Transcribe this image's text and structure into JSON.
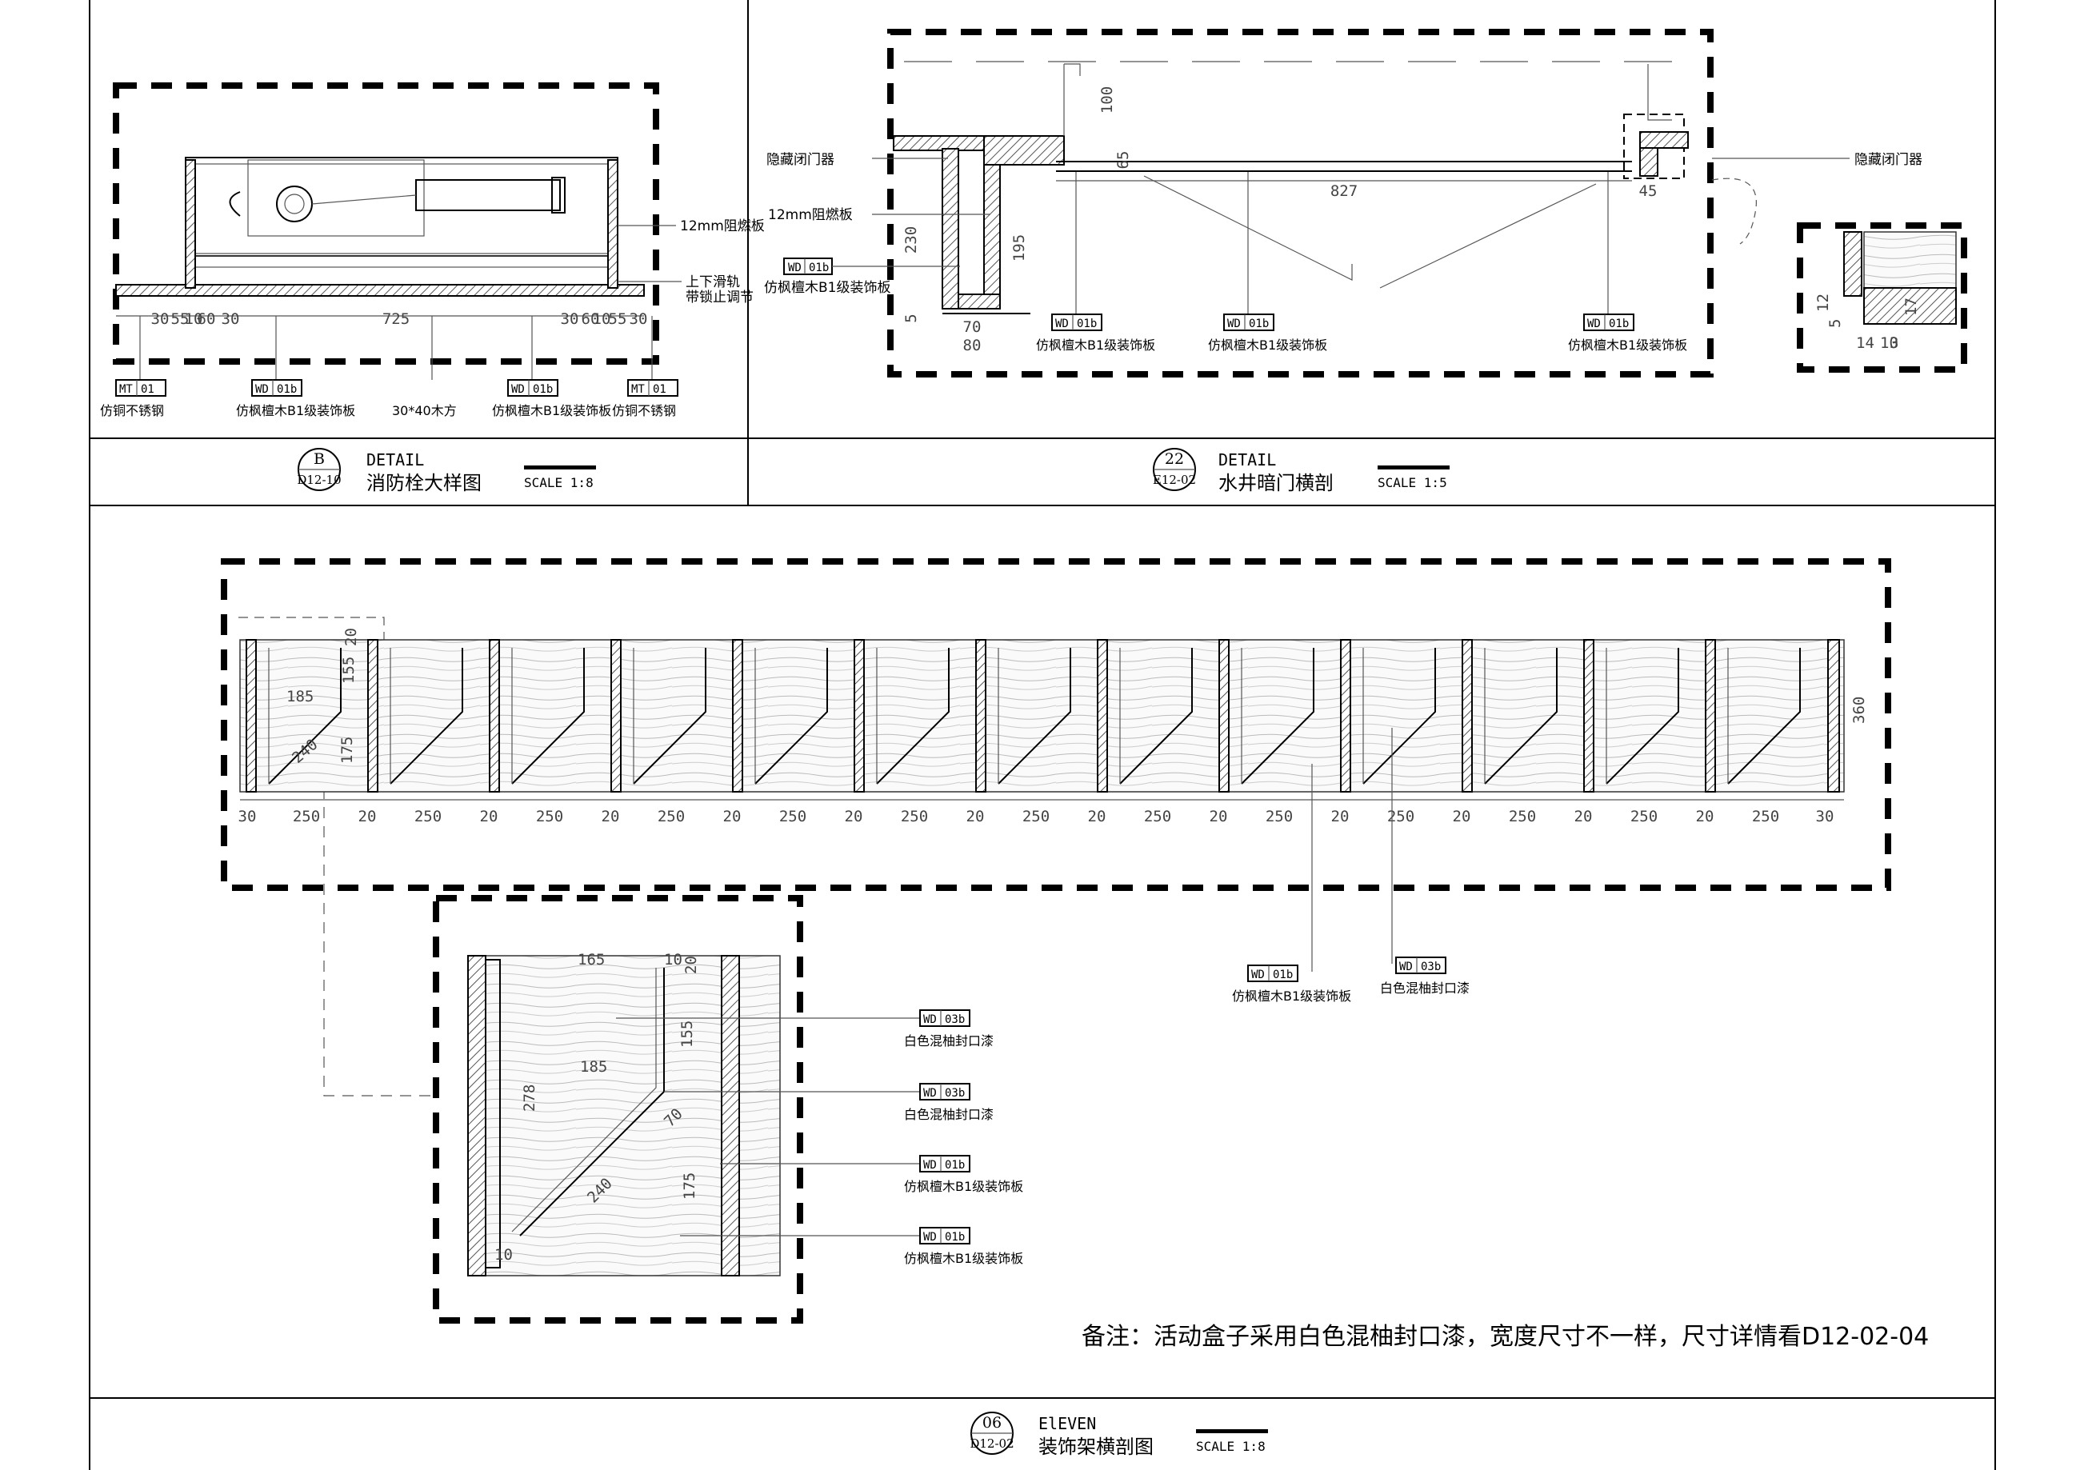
{
  "detail_b": {
    "circle_top": "B",
    "circle_bottom": "D12-10",
    "kind": "DETAIL",
    "title": "消防栓大样图",
    "scale": "SCALE 1:8",
    "dims": [
      "30",
      "55",
      "10",
      "60",
      "30",
      "725",
      "30",
      "60",
      "10",
      "55",
      "30"
    ],
    "tags": [
      {
        "code": "MT",
        "num": "01",
        "text": "仿铜不锈钢"
      },
      {
        "code": "WD",
        "num": "01b",
        "text": "仿枫檀木B1级装饰板"
      },
      {
        "code": "",
        "num": "",
        "text": "30*40木方"
      },
      {
        "code": "WD",
        "num": "01b",
        "text": "仿枫檀木B1级装饰板"
      },
      {
        "code": "MT",
        "num": "01",
        "text": "仿铜不锈钢"
      }
    ],
    "side_notes": [
      "12mm阻燃板",
      "上下滑轨",
      "带锁止调节"
    ]
  },
  "detail_22": {
    "circle_top": "22",
    "circle_bottom": "E12-02",
    "kind": "DETAIL",
    "title": "水井暗门横剖",
    "scale": "SCALE 1:5",
    "left_notes": [
      "隐藏闭门器",
      "12mm阻燃板",
      "仿枫檀木B1级装饰板"
    ],
    "left_tag": {
      "code": "WD",
      "num": "01b"
    },
    "right_note": "隐藏闭门器",
    "dims": [
      "100",
      "65",
      "827",
      "230",
      "195",
      "5",
      "70",
      "80",
      "45"
    ],
    "bottom_tags": [
      {
        "code": "WD",
        "num": "01b",
        "text": "仿枫檀木B1级装饰板"
      },
      {
        "code": "WD",
        "num": "01b",
        "text": "仿枫檀木B1级装饰板"
      },
      {
        "code": "WD",
        "num": "01b",
        "text": "仿枫檀木B1级装饰板"
      }
    ],
    "inset_dims": [
      "12",
      "5",
      "14",
      "10",
      "3",
      "17"
    ]
  },
  "detail_06": {
    "circle_top": "06",
    "circle_bottom": "D12-02",
    "kind": "ElEVEN",
    "title": "装饰架横剖图",
    "scale": "SCALE 1:8",
    "row_dims_top": [
      "185",
      "155",
      "20",
      "240",
      "175"
    ],
    "bottom_dims": [
      "30",
      "250",
      "20",
      "250",
      "20",
      "250",
      "20",
      "250",
      "20",
      "250",
      "20",
      "250",
      "20",
      "250",
      "20",
      "250",
      "20",
      "250",
      "20",
      "250",
      "20",
      "250",
      "20",
      "250",
      "20",
      "250",
      "30"
    ],
    "right_dim": "360",
    "mid_tags": [
      {
        "code": "WD",
        "num": "01b",
        "text": "仿枫檀木B1级装饰板"
      },
      {
        "code": "WD",
        "num": "03b",
        "text": "白色混柚封口漆"
      }
    ],
    "zoom_dims": [
      "165",
      "10",
      "20",
      "185",
      "278",
      "155",
      "240",
      "175",
      "10",
      "70"
    ],
    "zoom_tags": [
      {
        "code": "WD",
        "num": "03b",
        "text": "白色混柚封口漆"
      },
      {
        "code": "WD",
        "num": "03b",
        "text": "白色混柚封口漆"
      },
      {
        "code": "WD",
        "num": "01b",
        "text": "仿枫檀木B1级装饰板"
      },
      {
        "code": "WD",
        "num": "01b",
        "text": "仿枫檀木B1级装饰板"
      }
    ],
    "note": "备注：活动盒子采用白色混柚封口漆，宽度尺寸不一样，尺寸详情看D12-02-04"
  }
}
